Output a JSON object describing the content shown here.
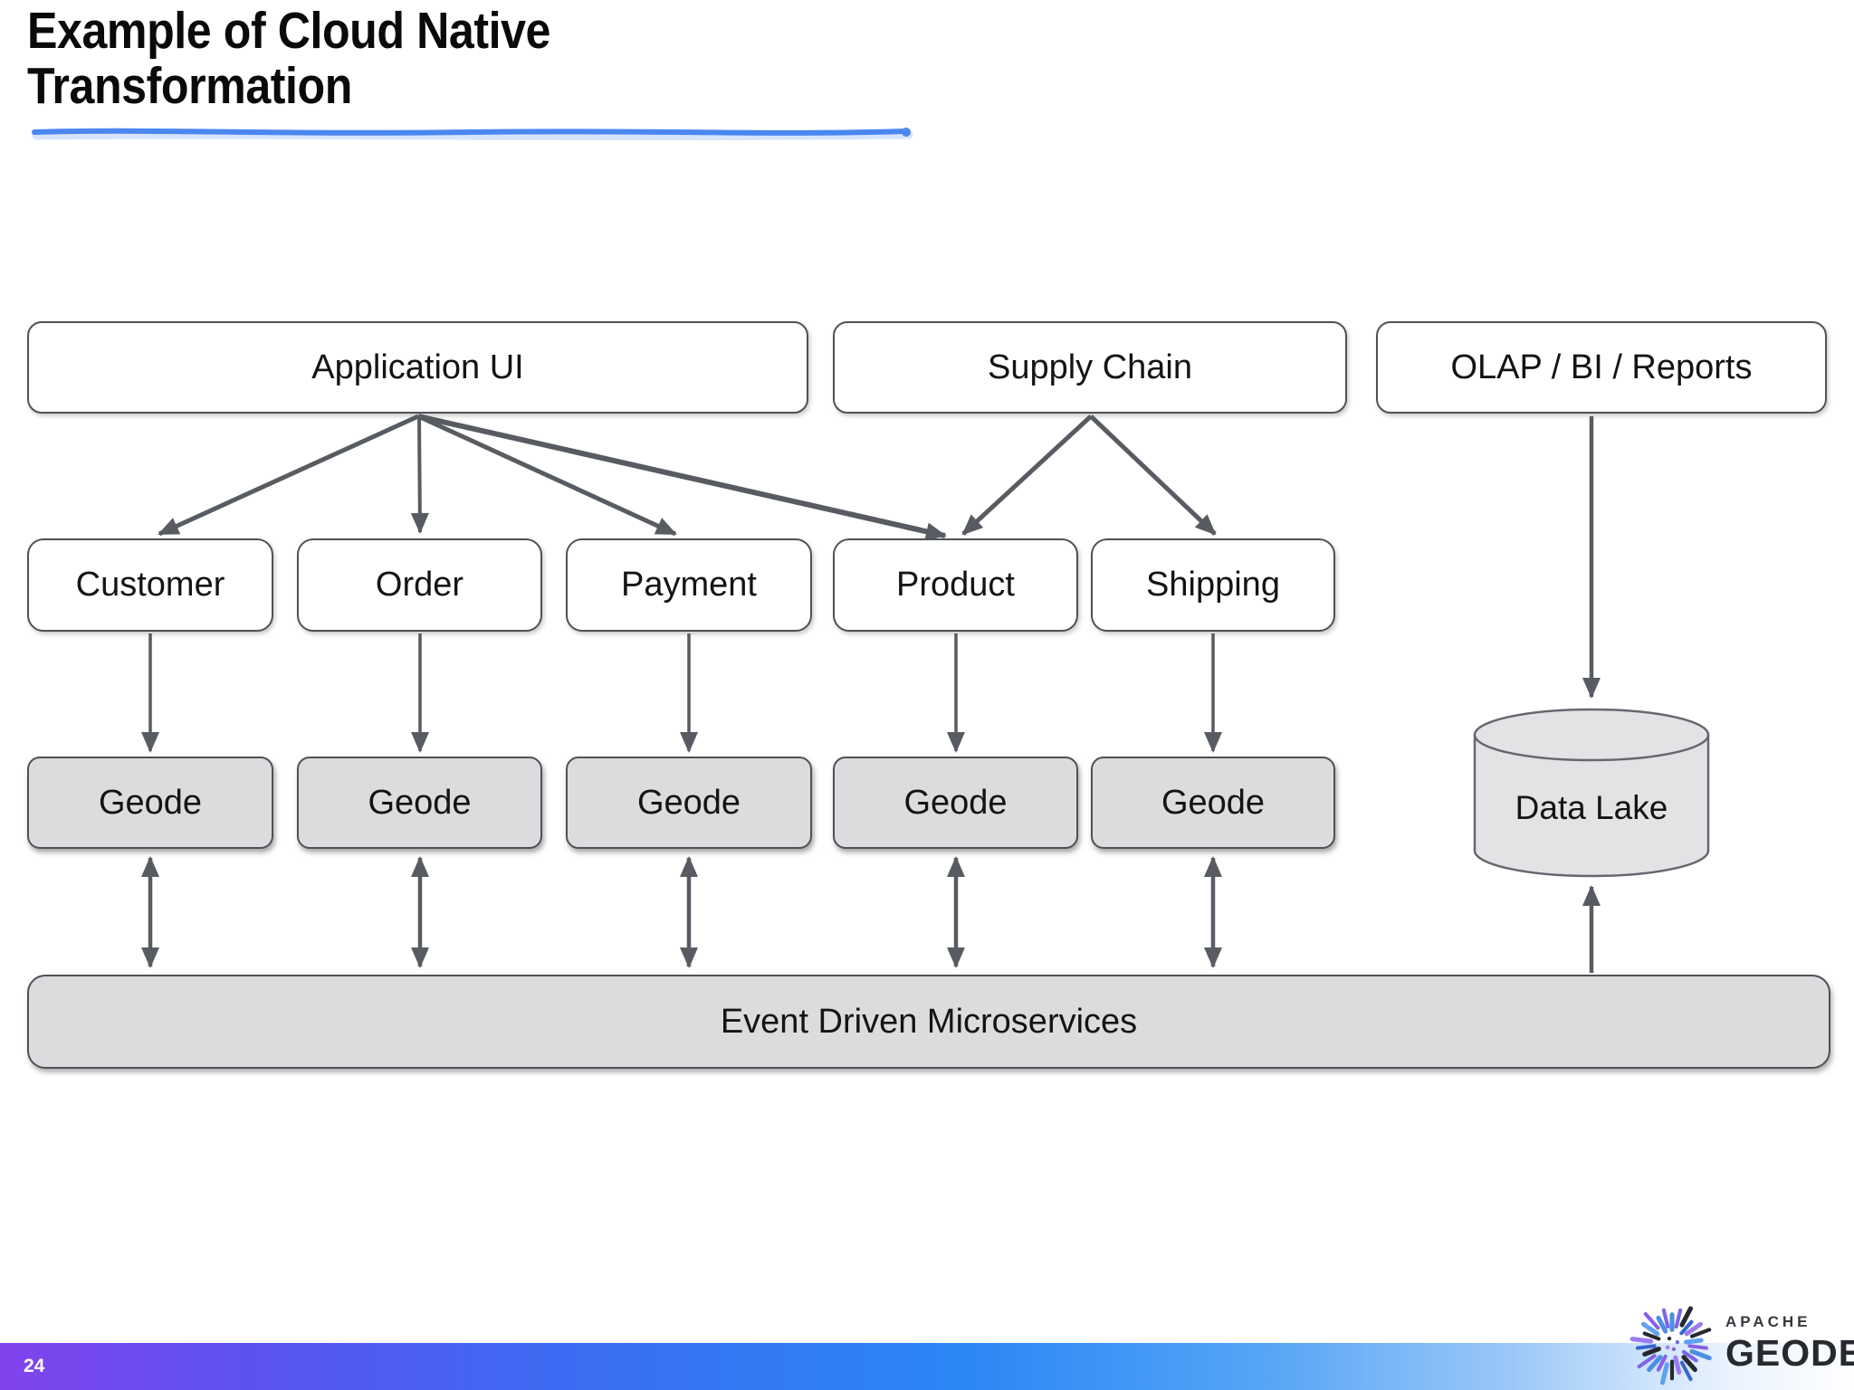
{
  "slide": {
    "title_lines": [
      "Example of Cloud Native",
      "Transformation"
    ],
    "underline_color": "#4b87f0",
    "page_number": "24"
  },
  "diagram": {
    "top_row": [
      {
        "label": "Application UI"
      },
      {
        "label": "Supply Chain"
      },
      {
        "label": "OLAP / BI / Reports"
      }
    ],
    "services": [
      {
        "label": "Customer"
      },
      {
        "label": "Order"
      },
      {
        "label": "Payment"
      },
      {
        "label": "Product"
      },
      {
        "label": "Shipping"
      }
    ],
    "geode_nodes": [
      "Geode",
      "Geode",
      "Geode",
      "Geode",
      "Geode"
    ],
    "data_lake_label": "Data Lake",
    "event_bus_label": "Event Driven Microservices",
    "arrow_color": "#585c62",
    "node_fill_gray": "#dcdcde",
    "node_fill_white": "#ffffff"
  },
  "logo": {
    "brand_top": "APACHE",
    "brand_bottom": "GEODE",
    "palette": [
      "#4d8fe3",
      "#7e64e8",
      "#26292e",
      "#3566cf",
      "#9a7cf0",
      "#26292e",
      "#5fa1ee",
      "#8a5fe6"
    ]
  }
}
